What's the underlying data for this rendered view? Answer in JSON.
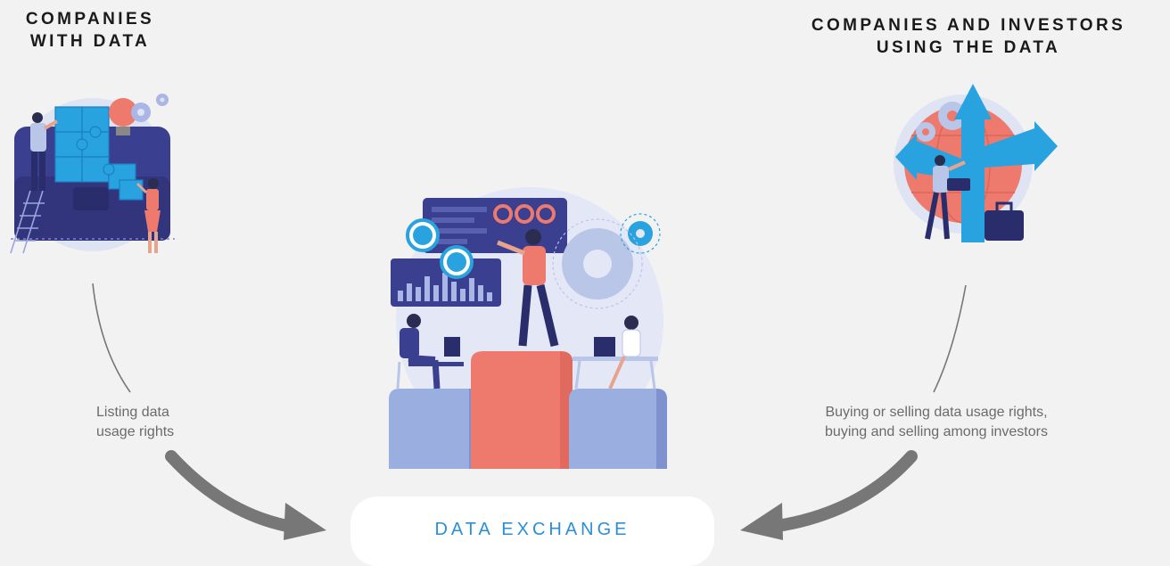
{
  "left_party": {
    "heading_lines": [
      "COMPANIES",
      "WITH DATA"
    ],
    "icon": "puzzle-briefcase-illustration"
  },
  "right_party": {
    "heading_lines": [
      "COMPANIES AND INVESTORS",
      "USING THE DATA"
    ],
    "icon": "direction-arrows-globe-illustration"
  },
  "left_flow": {
    "caption_lines": [
      "Listing data",
      "usage rights"
    ]
  },
  "right_flow": {
    "caption_lines": [
      "Buying or selling data usage rights,",
      "buying and selling among investors"
    ]
  },
  "center": {
    "icon": "team-dashboard-podium-illustration",
    "exchange_label": "DATA EXCHANGE"
  },
  "colors": {
    "background": "#f2f2f2",
    "accent": "#2a8fd6",
    "arrow": "#777777",
    "navy": "#3b3f8f",
    "coral": "#ee7a6d",
    "sky": "#29a3e0",
    "lavender": "#9aaee0"
  }
}
